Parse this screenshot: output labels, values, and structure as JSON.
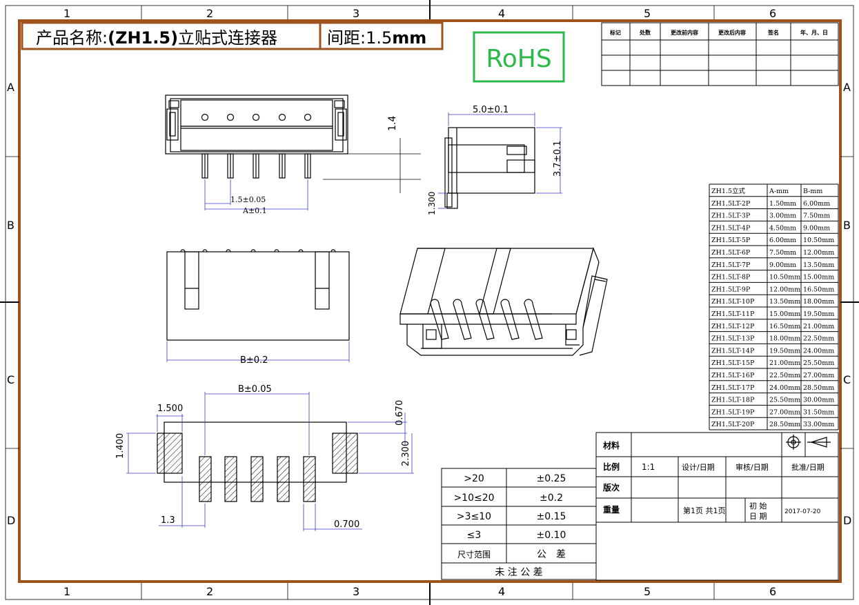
{
  "title_block": {
    "product_label": "产品名称:",
    "product_name": "(ZH1.5)",
    "product_type": "立贴式连接器",
    "pitch_label": "间距:",
    "pitch_value": "1.5",
    "pitch_unit": "mm",
    "rohs": "RoHS"
  },
  "zone_columns": [
    "1",
    "2",
    "3",
    "4",
    "5",
    "6"
  ],
  "zone_rows": [
    "A",
    "B",
    "C",
    "D"
  ],
  "revision_table": {
    "headers": [
      "标记",
      "处数",
      "更改前内容",
      "更改后内容",
      "签名",
      "年、月、日"
    ]
  },
  "dimensions": {
    "top_height": "1.4",
    "pitch_tol": "1.5±0.05",
    "a_tol": "A±0.1",
    "side_width": "5.0±0.1",
    "side_height": "3.7±0.1",
    "side_pin": "1.300",
    "front_width": "B±0.2",
    "pad_width": "B±0.05",
    "pad_1500": "1.500",
    "pad_1400": "1.400",
    "pad_0670": "0.670",
    "pad_2300": "2.300",
    "pad_13": "1.3",
    "pad_0700": "0.700"
  },
  "spec_table": {
    "headers": [
      "ZH1.5立式",
      "A-mm",
      "B-mm"
    ],
    "rows": [
      [
        "ZH1.5LT-2P",
        "1.50mm",
        "6.00mm"
      ],
      [
        "ZH1.5LT-3P",
        "3.00mm",
        "7.50mm"
      ],
      [
        "ZH1.5LT-4P",
        "4.50mm",
        "9.00mm"
      ],
      [
        "ZH1.5LT-5P",
        "6.00mm",
        "10.50mm"
      ],
      [
        "ZH1.5LT-6P",
        "7.50mm",
        "12.00mm"
      ],
      [
        "ZH1.5LT-7P",
        "9.00mm",
        "13.50mm"
      ],
      [
        "ZH1.5LT-8P",
        "10.50mm",
        "15.00mm"
      ],
      [
        "ZH1.5LT-9P",
        "12.00mm",
        "16.50mm"
      ],
      [
        "ZH1.5LT-10P",
        "13.50mm",
        "18.00mm"
      ],
      [
        "ZH1.5LT-11P",
        "15.00mm",
        "19.50mm"
      ],
      [
        "ZH1.5LT-12P",
        "16.50mm",
        "21.00mm"
      ],
      [
        "ZH1.5LT-13P",
        "18.00mm",
        "22.50mm"
      ],
      [
        "ZH1.5LT-14P",
        "19.50mm",
        "24.00mm"
      ],
      [
        "ZH1.5LT-15P",
        "21.00mm",
        "25.50mm"
      ],
      [
        "ZH1.5LT-16P",
        "22.50mm",
        "27.00mm"
      ],
      [
        "ZH1.5LT-17P",
        "24.00mm",
        "28.50mm"
      ],
      [
        "ZH1.5LT-18P",
        "25.50mm",
        "30.00mm"
      ],
      [
        "ZH1.5LT-19P",
        "27.00mm",
        "31.50mm"
      ],
      [
        "ZH1.5LT-20P",
        "28.50mm",
        "33.00mm"
      ]
    ]
  },
  "tolerance_table": {
    "rows": [
      [
        ">20",
        "±0.25"
      ],
      [
        ">10≤20",
        "±0.2"
      ],
      [
        ">3≤10",
        "±0.15"
      ],
      [
        "≤3",
        "±0.10"
      ],
      [
        "尺寸范围",
        "公　差"
      ]
    ],
    "footer": "未 注 公 差"
  },
  "info_table": {
    "material": "材料",
    "scale_label": "比例",
    "scale_value": "1:1",
    "design": "设计/日期",
    "review": "审核/日期",
    "approve": "批准/日期",
    "version": "版次",
    "weight": "重量",
    "page": "第1页 共1页",
    "initial_date_label": "初 始\n日 期",
    "initial_date_line1": "初 始",
    "initial_date_line2": "日 期",
    "date": "2017-07-20"
  },
  "colors": {
    "border": "#a0521c",
    "rohs": "#2db84a",
    "dim_line": "#3a3acc",
    "ink": "#000000"
  }
}
